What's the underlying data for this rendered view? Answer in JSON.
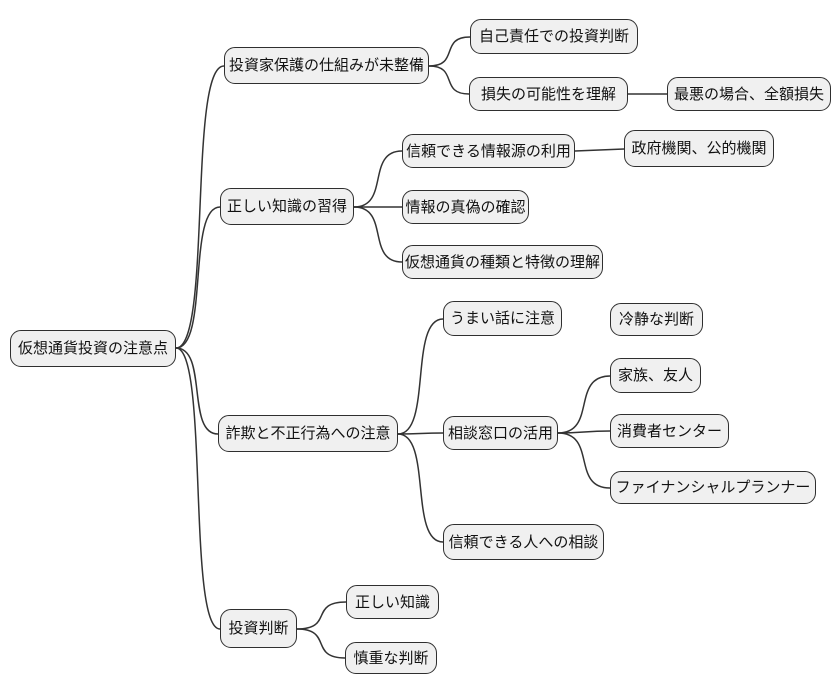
{
  "diagram": {
    "type": "mindmap",
    "background_color": "#ffffff",
    "node_fill_color": "#f0f0f0",
    "node_border_color": "#2f2f2f",
    "edge_color": "#333333",
    "nodes": [
      {
        "id": "root",
        "parent": null,
        "label": "仮想通貨投資の注意点"
      },
      {
        "id": "b1",
        "parent": "root",
        "label": "投資家保護の仕組みが未整備"
      },
      {
        "id": "b1-1",
        "parent": "b1",
        "label": "自己責任での投資判断"
      },
      {
        "id": "b1-2",
        "parent": "b1",
        "label": "損失の可能性を理解"
      },
      {
        "id": "b1-2-1",
        "parent": "b1-2",
        "label": "最悪の場合、全額損失"
      },
      {
        "id": "b2",
        "parent": "root",
        "label": "正しい知識の習得"
      },
      {
        "id": "b2-1",
        "parent": "b2",
        "label": "信頼できる情報源の利用"
      },
      {
        "id": "b2-1-1",
        "parent": "b2-1",
        "label": "政府機関、公的機関"
      },
      {
        "id": "b2-2",
        "parent": "b2",
        "label": "情報の真偽の確認"
      },
      {
        "id": "b2-3",
        "parent": "b2",
        "label": "仮想通貨の種類と特徴の理解"
      },
      {
        "id": "b3",
        "parent": "root",
        "label": "詐欺と不正行為への注意"
      },
      {
        "id": "b3-1",
        "parent": "b3",
        "label": "うまい話に注意"
      },
      {
        "id": "b3-1-1",
        "parent": "b3-1",
        "label": "冷静な判断"
      },
      {
        "id": "b3-2",
        "parent": "b3",
        "label": "相談窓口の活用"
      },
      {
        "id": "b3-2-1",
        "parent": "b3-2",
        "label": "家族、友人"
      },
      {
        "id": "b3-2-2",
        "parent": "b3-2",
        "label": "消費者センター"
      },
      {
        "id": "b3-2-3",
        "parent": "b3-2",
        "label": "ファイナンシャルプランナー"
      },
      {
        "id": "b3-3",
        "parent": "b3",
        "label": "信頼できる人への相談"
      },
      {
        "id": "b4",
        "parent": "root",
        "label": "投資判断"
      },
      {
        "id": "b4-1",
        "parent": "b4",
        "label": "正しい知識"
      },
      {
        "id": "b4-2",
        "parent": "b4",
        "label": "慎重な判断"
      }
    ]
  }
}
